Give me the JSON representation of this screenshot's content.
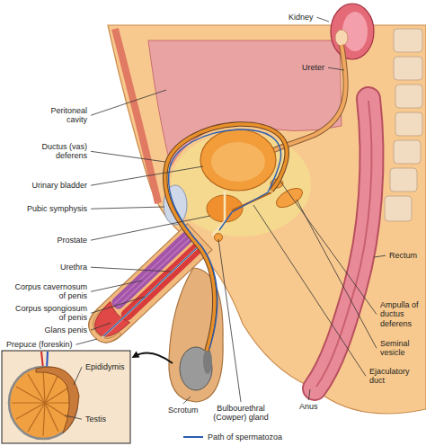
{
  "diagram": {
    "labels": [
      "Kidney",
      "Ureter",
      "Peritoneal cavity",
      "Ductus (vas) deferens",
      "Urinary bladder",
      "Pubic symphysis",
      "Prostate",
      "Urethra",
      "Corpus cavernosum of penis",
      "Corpus spongiosum of penis",
      "Glans penis",
      "Prepuce (foreskin)",
      "Rectum",
      "Ampulla of ductus deferens",
      "Seminal vesicle",
      "Ejaculatory duct",
      "Scrotum",
      "Bulbourethral (Cowper) gland",
      "Anus",
      "Epididymis",
      "Testis"
    ],
    "legend": [
      {
        "text": "Path of spermatozoa"
      }
    ]
  }
}
